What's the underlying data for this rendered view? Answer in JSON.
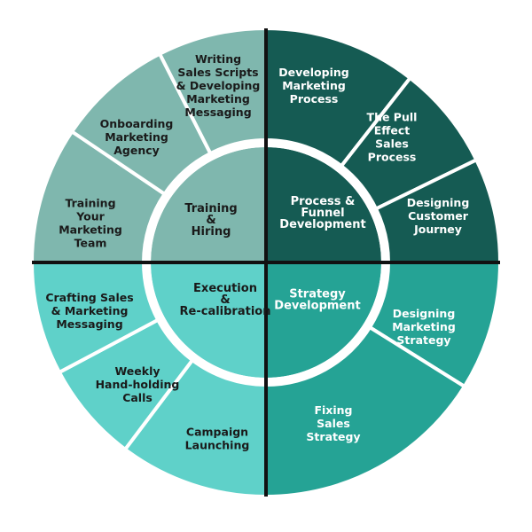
{
  "colors": {
    "training_quadrant": "#7fb7ae",
    "process_quadrant": "#155b53",
    "execution_quadrant": "#5fd1c9",
    "strategy_quadrant": "#25a395",
    "divider": "#ffffff",
    "axis": "#111111"
  },
  "quadrants": [
    {
      "id": "training",
      "hub": [
        "Training",
        "&",
        "Hiring"
      ],
      "segments": [
        [
          "Training",
          "Your",
          "Marketing",
          "Team"
        ],
        [
          "Onboarding",
          "Marketing",
          "Agency"
        ],
        [
          "Writing",
          "Sales Scripts",
          "& Developing",
          "Marketing",
          "Messaging"
        ]
      ]
    },
    {
      "id": "process",
      "hub": [
        "Process &",
        "Funnel",
        "Development"
      ],
      "segments": [
        [
          "Developing",
          "Marketing",
          "Process"
        ],
        [
          "The Pull",
          "Effect",
          "Sales",
          "Process"
        ],
        [
          "Designing",
          "Customer",
          "Journey"
        ]
      ]
    },
    {
      "id": "strategy",
      "hub": [
        "Strategy",
        "Development"
      ],
      "segments": [
        [
          "Designing",
          "Marketing",
          "Strategy"
        ],
        [
          "Fixing",
          "Sales",
          "Strategy"
        ]
      ]
    },
    {
      "id": "execution",
      "hub": [
        "Execution",
        "&",
        "Re-calibration"
      ],
      "segments": [
        [
          "Campaign",
          "Launching"
        ],
        [
          "Weekly",
          "Hand-holding",
          "Calls"
        ],
        [
          "Crafting Sales",
          "& Marketing",
          "Messaging"
        ]
      ]
    }
  ]
}
